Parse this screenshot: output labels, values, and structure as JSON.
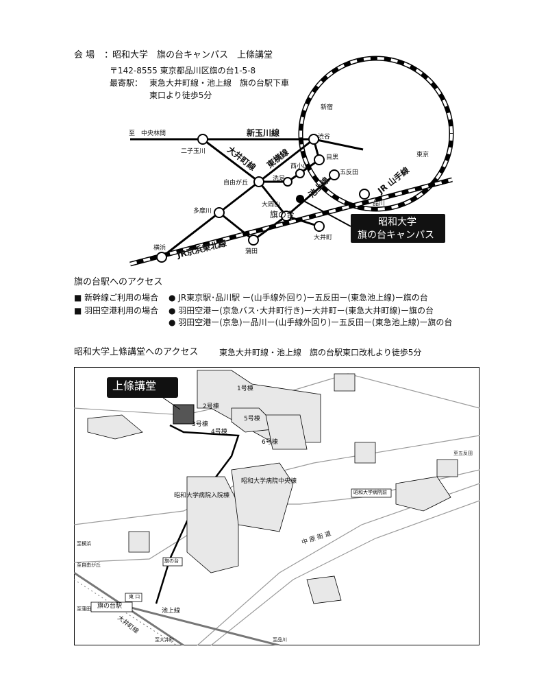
{
  "venue": {
    "label": "会 場",
    "name": "昭和大学　旗の台キャンパス　上條講堂",
    "address": "〒142-8555 東京都品川区旗の台1-5-8",
    "nearest_label": "最寄駅：",
    "nearest_line": "東急大井町線・池上線　旗の台駅下車",
    "nearest_walk": "東口より徒歩5分"
  },
  "route_map": {
    "lines": {
      "shin_tamagawa": "新玉川線",
      "oimachi": "大井町線",
      "toyoko": "東横線",
      "ikegami": "池上線",
      "yamanote": "JR 山手線",
      "keihin_tohoku": "JR京浜東北線",
      "to_chuorinkan": "至　中央林間"
    },
    "stations": {
      "shinjuku": "新宿",
      "shibuya": "渋谷",
      "tokyo": "東京",
      "meguro": "目黒",
      "gotanda": "五反田",
      "shinagawa": "品川",
      "futakotamagawa": "二子玉川",
      "nishikoyama": "西小山",
      "senzoku": "洗足",
      "jiyugaoka": "自由が丘",
      "ookayama": "大岡山",
      "tamagawa": "多摩川",
      "hatanodai": "旗の台",
      "oimachi": "大井町",
      "yokohama": "横浜",
      "kamata": "蒲田"
    },
    "campus_callout": [
      "昭和大学",
      "旗の台キャンパス"
    ]
  },
  "access_hatanodai": {
    "heading": "旗の台駅へのアクセス",
    "items": [
      {
        "label": "■ 新幹線ご利用の場合",
        "routes": [
          "● JR東京駅･品川駅 ー(山手線外回り)ー五反田ー(東急池上線)ー旗の台"
        ]
      },
      {
        "label": "■ 羽田空港利用の場合",
        "routes": [
          "● 羽田空港ー(京急バス･大井町行き)ー大井町ー(東急大井町線)ー旗の台",
          "● 羽田空港ー(京急)ー品川ー(山手線外回り)ー五反田ー(東急池上線)ー旗の台"
        ]
      }
    ]
  },
  "access_lecture_hall": {
    "heading": "昭和大学上條講堂へのアクセス",
    "detail": "東急大井町線・池上線　旗の台駅東口改札より徒歩5分"
  },
  "campus_map": {
    "hall_callout": "上條講堂",
    "buildings": {
      "b1": "1号棟",
      "b2": "2号棟",
      "b3": "3号棟",
      "b4": "4号棟",
      "b5": "5号棟",
      "b6": "6号棟",
      "central": "昭和大学病院中央棟",
      "inpatient": "昭和大学病院入院棟"
    },
    "road": "中 原 街 道",
    "ikegami_line": "池上線",
    "oimachi_line": "大井町線",
    "station": "旗の台駅",
    "east_exit": "東 口",
    "hatanodai_sign": "旗の台",
    "bus_stop": "昭和大学病院前",
    "to_gotanda": "至五反田",
    "to_yokohama": "至横浜",
    "to_jiyugaoka": "至自由が丘",
    "to_kamata": "至蒲田",
    "to_oimachi": "至大井町",
    "to_shinagawa": "至品川"
  }
}
